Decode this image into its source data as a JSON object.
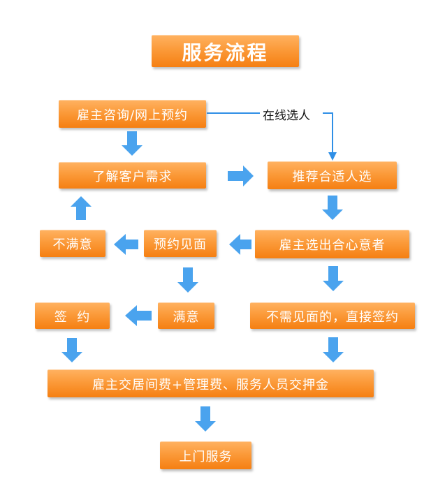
{
  "title": "服务流程",
  "online_label": "在线选人",
  "steps": {
    "consult": "雇主咨询/网上预约",
    "understand": "了解客户需求",
    "recommend": "推荐合适人选",
    "select": "雇主选出合心意者",
    "meet": "预约见面",
    "unsatisfied": "不满意",
    "satisfied": "满意",
    "sign": "签  约",
    "direct_sign": "不需见面的，直接签约",
    "fees": "雇主交居间费+管理费、服务人员交押金",
    "service": "上门服务"
  },
  "colors": {
    "box_top": "#ffb15f",
    "box_bottom": "#f57f12",
    "arrow": "#4aa3ee",
    "line": "#2f8fe6"
  }
}
